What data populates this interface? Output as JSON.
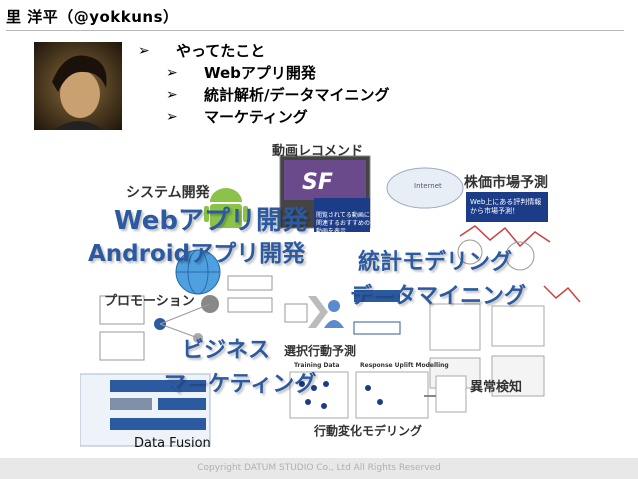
{
  "header": {
    "title": "里 洋平（@yokkuns）"
  },
  "bullets": [
    {
      "level": 1,
      "text": "やってたこと"
    },
    {
      "level": 2,
      "text": "Webアプリ開発"
    },
    {
      "level": 2,
      "text": "統計解析/データマイニング"
    },
    {
      "level": 2,
      "text": "マーケティング"
    }
  ],
  "bullet_marker": "➢",
  "diagram": {
    "douga_recommend": "動画レコメンド",
    "system_dev": "システム開発",
    "web_app_dev": "Webアプリ開発",
    "android_app_dev": "Androidアプリ開発",
    "stock_prediction": "株価市場予測",
    "stat_modeling": "統計モデリング",
    "data_mining": "データマイニング",
    "promotion": "プロモーション",
    "business": "ビジネス",
    "marketing": "マーケティング",
    "choice_prediction": "選択行動予測",
    "anomaly_detection": "異常検知",
    "training_data": "Training Data",
    "response_uplift": "Response Uplift Modelling",
    "behavior_modeling": "行動変化モデリング",
    "data_fusion": "Data Fusion",
    "sf_logo": "SF",
    "recommend_caption": "閲覧されてる動画に関連するおすすめの動画を表示",
    "internet": "Internet",
    "web_eval": "Web上にある評判情報から市場予測！"
  },
  "footer": {
    "copyright": "Copyright DATUM STUDIO Co., Ltd All Rights Reserved"
  },
  "colors": {
    "accent_blue": "#2c5aa0",
    "rule": "#b8b8b8",
    "footer_bg": "#e8e8e8"
  }
}
